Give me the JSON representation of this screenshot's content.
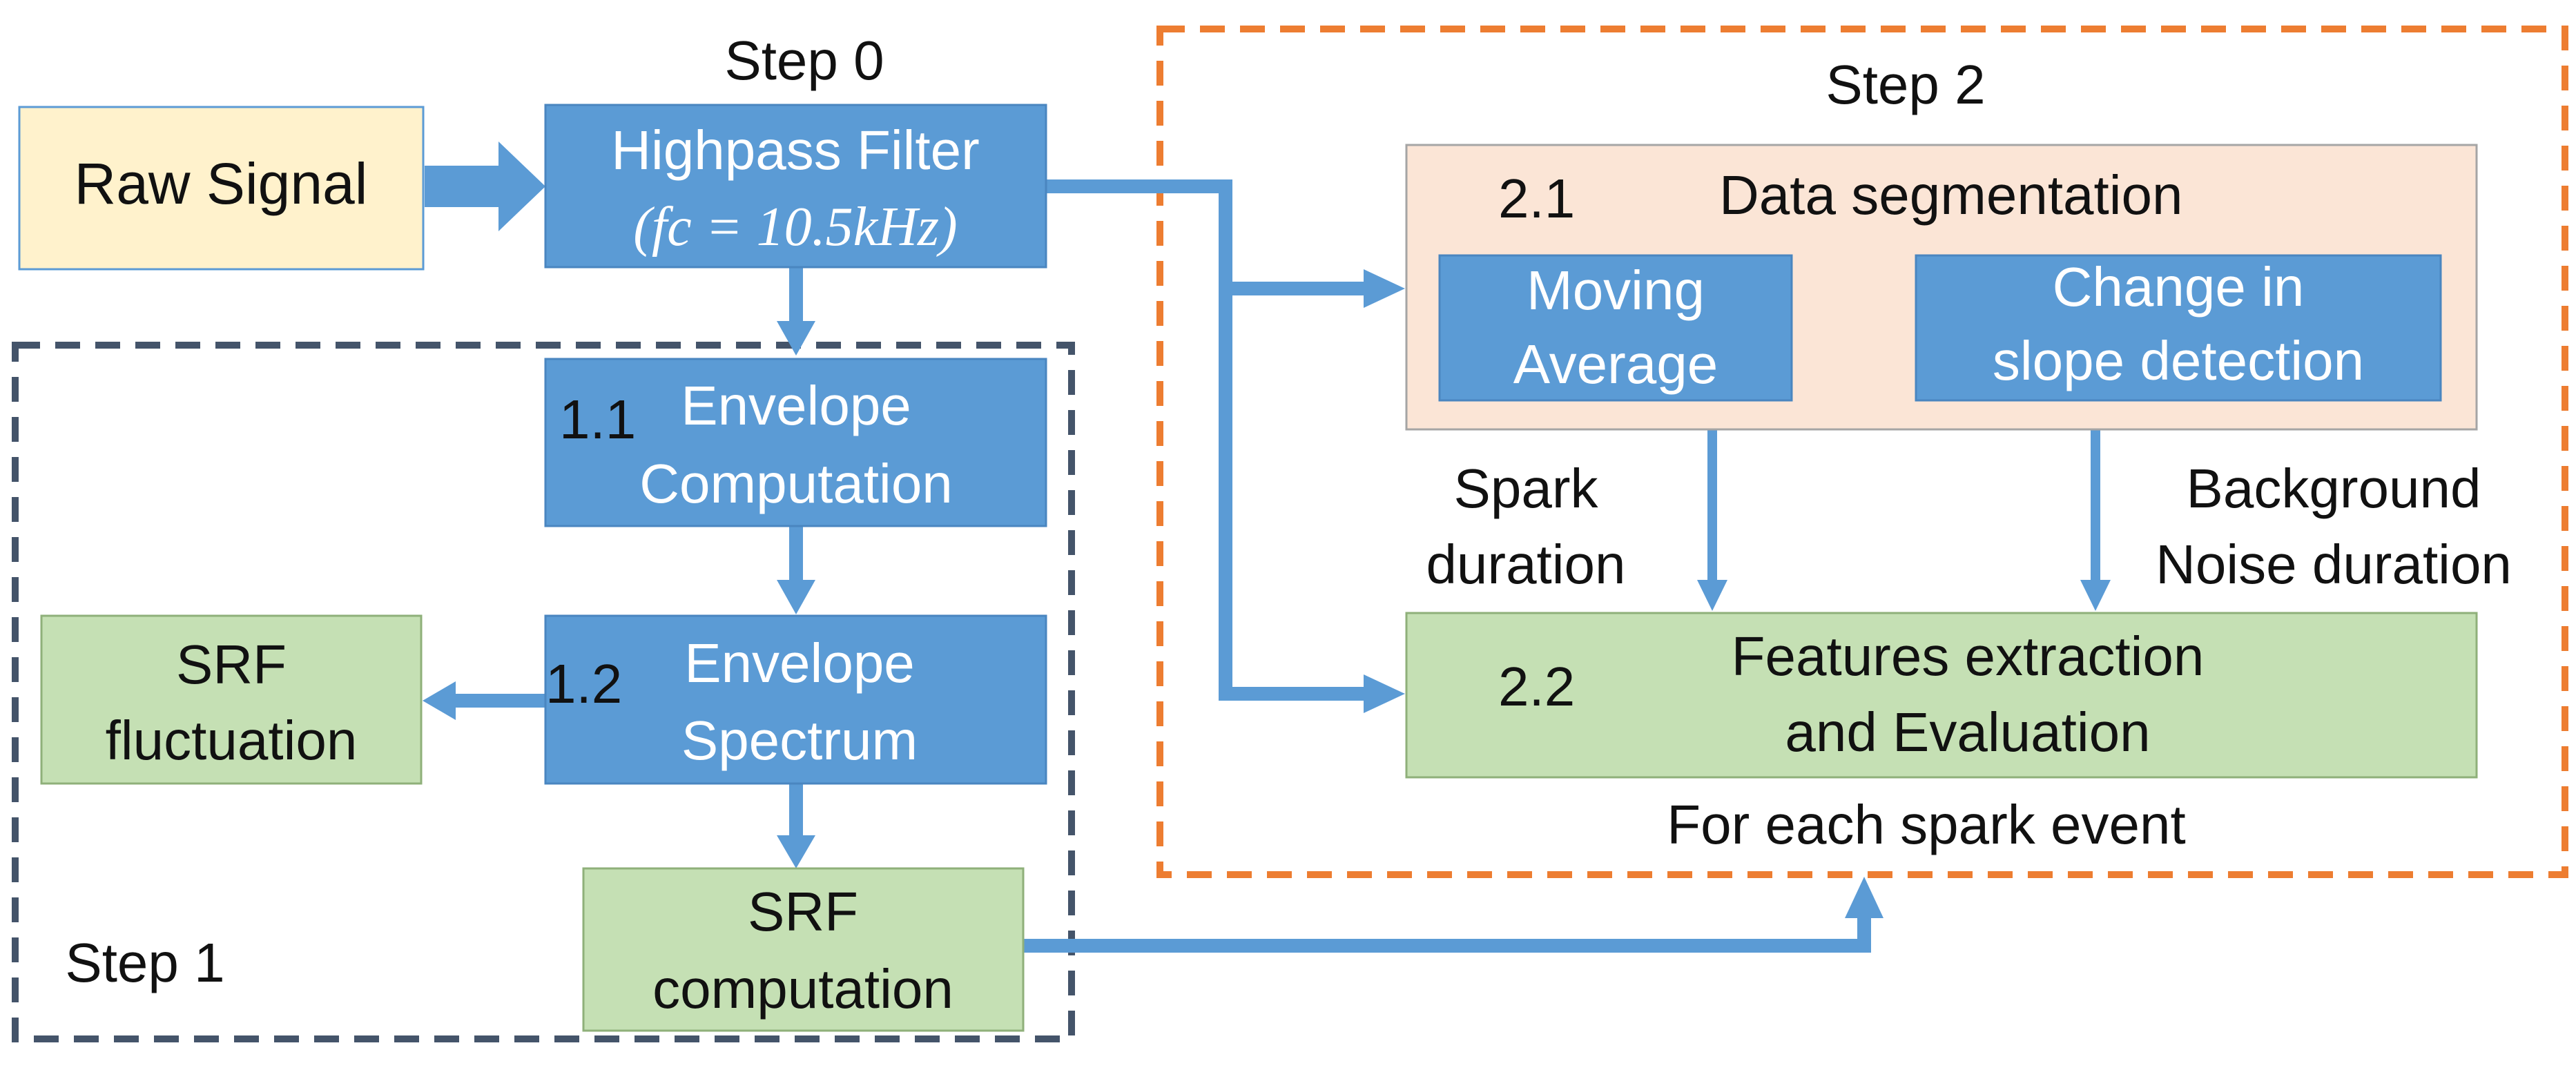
{
  "steps": {
    "step0": "Step 0",
    "step1": "Step 1",
    "step2": "Step 2"
  },
  "nodes": {
    "raw_signal": "Raw Signal",
    "highpass_line1": "Highpass Filter",
    "highpass_line2": "(fc = 10.5kHz)",
    "envelope_comp_num": "1.1",
    "envelope_comp_line1": "Envelope",
    "envelope_comp_line2": "Computation",
    "envelope_spec_num": "1.2",
    "envelope_spec_line1": "Envelope",
    "envelope_spec_line2": "Spectrum",
    "srf_fluct_line1": "SRF",
    "srf_fluct_line2": "fluctuation",
    "srf_comp_line1": "SRF",
    "srf_comp_line2": "computation",
    "seg_num": "2.1",
    "seg_title": "Data segmentation",
    "moving_avg_line1": "Moving",
    "moving_avg_line2": "Average",
    "slope_line1": "Change in",
    "slope_line2": "slope detection",
    "features_num": "2.2",
    "features_line1": "Features extraction",
    "features_line2": "and Evaluation"
  },
  "labels": {
    "spark_line1": "Spark",
    "spark_line2": "duration",
    "bg_line1": "Background",
    "bg_line2": "Noise duration",
    "for_each": "For each spark event"
  },
  "colors": {
    "process_blue": "#5b9bd5",
    "result_green": "#c5e0b4",
    "input_yellow": "#fff2cc",
    "segment_peach": "#fbe5d6",
    "step1_border": "#44546a",
    "step2_border": "#ed7d31"
  }
}
